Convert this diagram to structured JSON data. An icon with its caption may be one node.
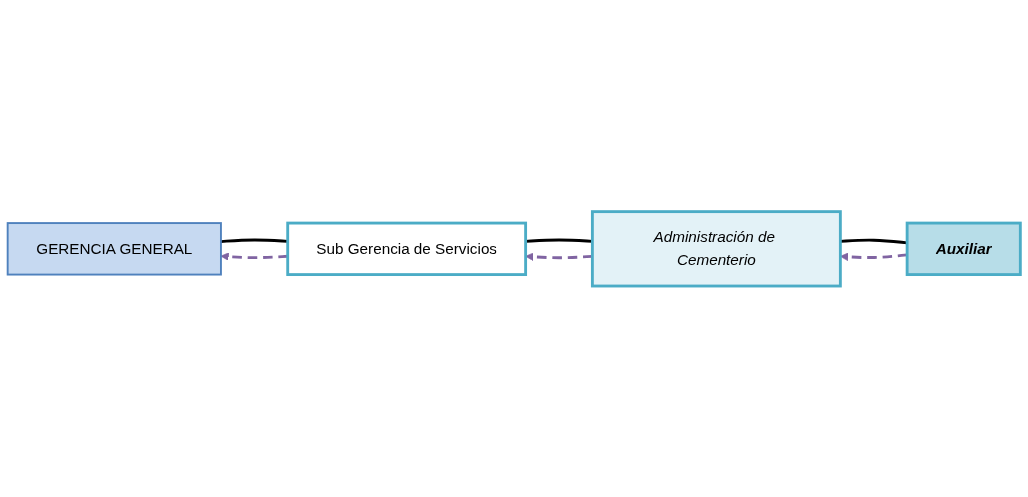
{
  "diagram": {
    "nodes": [
      {
        "text": [
          "GERENCIA GENERAL"
        ]
      },
      {
        "text": [
          "Sub Gerencia de Servicios"
        ]
      },
      {
        "text": [
          "Administración de Cementerio"
        ]
      },
      {
        "text": [
          "Auxiliar"
        ]
      }
    ],
    "edges": [
      {
        "from": 0,
        "to": 1,
        "arrow": "none"
      },
      {
        "from": 1,
        "to": 0,
        "arrow": "to",
        "style": "dashed",
        "color": "#8064a2"
      },
      {
        "from": 1,
        "to": 2,
        "arrow": "none"
      },
      {
        "from": 2,
        "to": 1,
        "arrow": "to",
        "style": "dashed",
        "color": "#8064a2"
      },
      {
        "from": 2,
        "to": 3,
        "arrow": "none"
      },
      {
        "from": 3,
        "to": 2,
        "arrow": "to",
        "style": "dashed",
        "color": "#8064a2"
      }
    ]
  }
}
